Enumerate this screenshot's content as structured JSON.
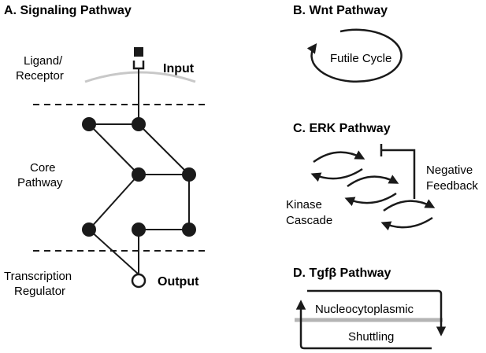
{
  "panels": {
    "a": {
      "title": "A. Signaling Pathway",
      "side_labels": {
        "ligand_line1": "Ligand/",
        "ligand_line2": "Receptor",
        "core_line1": "Core",
        "core_line2": "Pathway",
        "transcription_line1": "Transcription",
        "transcription_line2": "Regulator"
      },
      "input_label": "Input",
      "output_label": "Output"
    },
    "b": {
      "title": "B. Wnt Pathway",
      "cycle_label": "Futile Cycle"
    },
    "c": {
      "title": "C. ERK Pathway",
      "kinase_line1": "Kinase",
      "kinase_line2": "Cascade",
      "feedback_line1": "Negative",
      "feedback_line2": "Feedback"
    },
    "d": {
      "title_prefix": "D. Tgf",
      "title_symbol": "β",
      "title_suffix": " Pathway",
      "top_label": "Nucleocytoplasmic",
      "bottom_label": "Shuttling"
    }
  },
  "colors": {
    "ink": "#1a1a1a",
    "membrane": "#c8c8c8",
    "nuclear_envelope": "#b4b4b4"
  }
}
